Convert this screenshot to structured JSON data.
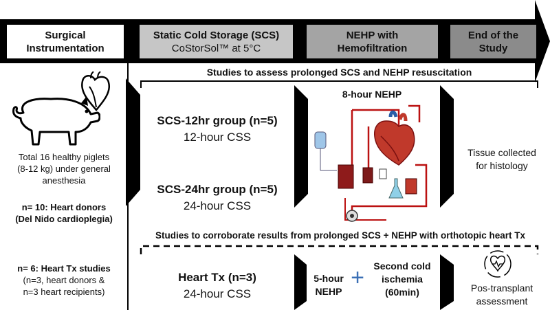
{
  "phases": [
    {
      "line1": "Surgical",
      "line2": "Instrumentation"
    },
    {
      "line1": "Static Cold Storage (SCS)",
      "line2": "CoStorSol™ at 5°C"
    },
    {
      "line1": "NEHP with",
      "line2": "Hemofiltration"
    },
    {
      "line1": "End of the",
      "line2": "Study"
    }
  ],
  "left": {
    "total_line1": "Total 16 healthy piglets",
    "total_line2": "(8-12 kg) under general",
    "total_line3": "anesthesia",
    "donors_line1": "n= 10: Heart donors",
    "donors_line2": "(Del Nido cardioplegia)",
    "tx_line1": "n= 6: Heart Tx studies",
    "tx_line2": "(n=3, heart donors &",
    "tx_line3": "n=3 heart recipients)"
  },
  "study1": {
    "header": "Studies to assess prolonged SCS and NEHP resuscitation",
    "g1_title": "SCS-12hr group (n=5)",
    "g1_sub": "12-hour CSS",
    "g2_title": "SCS-24hr group (n=5)",
    "g2_sub": "24-hour CSS",
    "nehp_title": "8-hour NEHP",
    "end_line1": "Tissue collected",
    "end_line2": "for histology"
  },
  "study2": {
    "header": "Studies to corroborate results from prolonged SCS + NEHP with orthotopic heart Tx",
    "tx_title": "Heart Tx (n=3)",
    "tx_sub": "24-hour CSS",
    "nehp_line1": "5-hour",
    "nehp_line2": "NEHP",
    "plus": "+",
    "cold_line1": "Second cold",
    "cold_line2": "ischemia",
    "cold_line3": "(60min)",
    "end_line1": "Pos-transplant",
    "end_line2": "assessment"
  }
}
